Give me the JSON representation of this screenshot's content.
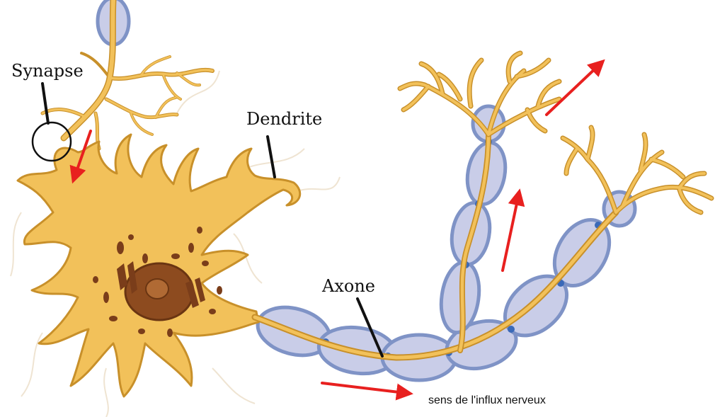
{
  "labels": {
    "synapse": "Synapse",
    "dendrite": "Dendrite",
    "axone": "Axone",
    "direction": "sens  de l'influx nerveux"
  },
  "colors": {
    "neuron_fill": "#f2c15a",
    "neuron_stroke": "#c8902a",
    "myelin_fill": "#c9cde8",
    "myelin_stroke": "#7f93c6",
    "node_blue": "#3a69b8",
    "nucleus": "#8d4b1f",
    "organelle": "#7a3d1a",
    "arrow": "#e8201f",
    "pointer": "#111111"
  }
}
